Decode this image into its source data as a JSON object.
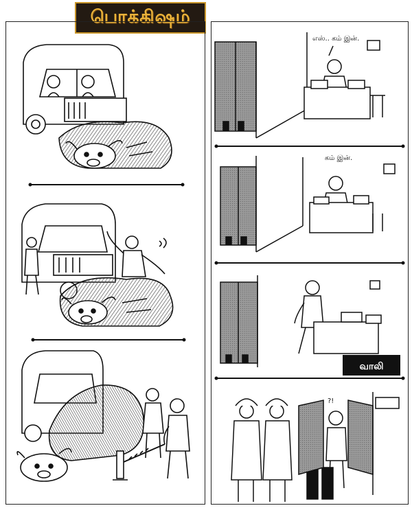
{
  "title": {
    "text": "பொக்கிஷம்",
    "colors": {
      "background": "#231a12",
      "text": "#e9b23a",
      "border": "#c9962a"
    }
  },
  "left_strip": {
    "panels": [
      {
        "icon": "car-and-cow-icon"
      },
      {
        "icon": "angry-driver-and-cow-icon"
      },
      {
        "icon": "jack-lifting-cow-icon"
      }
    ]
  },
  "right_strip": {
    "panels": [
      {
        "speech": "எஸ்.. கம் இன்.",
        "icon": "officer-at-desk-icon"
      },
      {
        "speech": "கம் இன்.",
        "icon": "officer-writing-icon"
      },
      {
        "icon": "officer-walking-to-door-icon"
      },
      {
        "icon": "door-opened-onlookers-icon"
      }
    ],
    "signature": "வாலி"
  }
}
